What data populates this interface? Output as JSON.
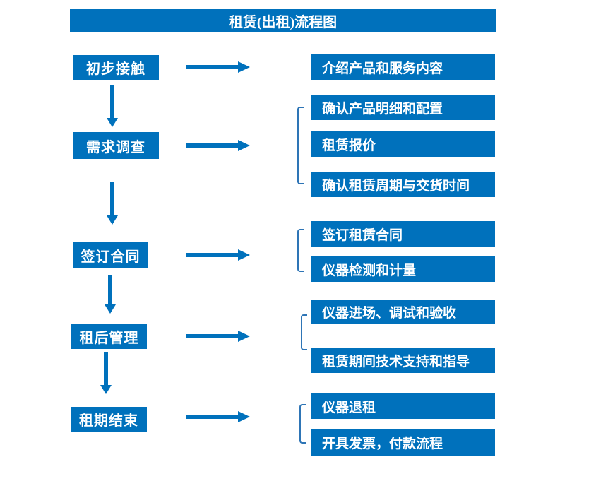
{
  "title": "租赁(出租)流程图",
  "colors": {
    "primary_blue": "#0071BC",
    "bracket_blue": "#2E75B6",
    "box_text": "#FFFFFF",
    "background": "#FFFFFF"
  },
  "steps": [
    {
      "label": "初步接触",
      "items": [
        "介绍产品和服务内容"
      ]
    },
    {
      "label": "需求调查",
      "items": [
        "确认产品明细和配置",
        "租赁报价",
        "确认租赁周期与交货时间"
      ]
    },
    {
      "label": "签订合同",
      "items": [
        "签订租赁合同",
        "仪器检测和计量"
      ]
    },
    {
      "label": "租后管理",
      "items": [
        "仪器进场、调试和验收",
        "租赁期间技术支持和指导"
      ]
    },
    {
      "label": "租期结束",
      "items": [
        "仪器退租",
        "开具发票，付款流程"
      ]
    }
  ]
}
